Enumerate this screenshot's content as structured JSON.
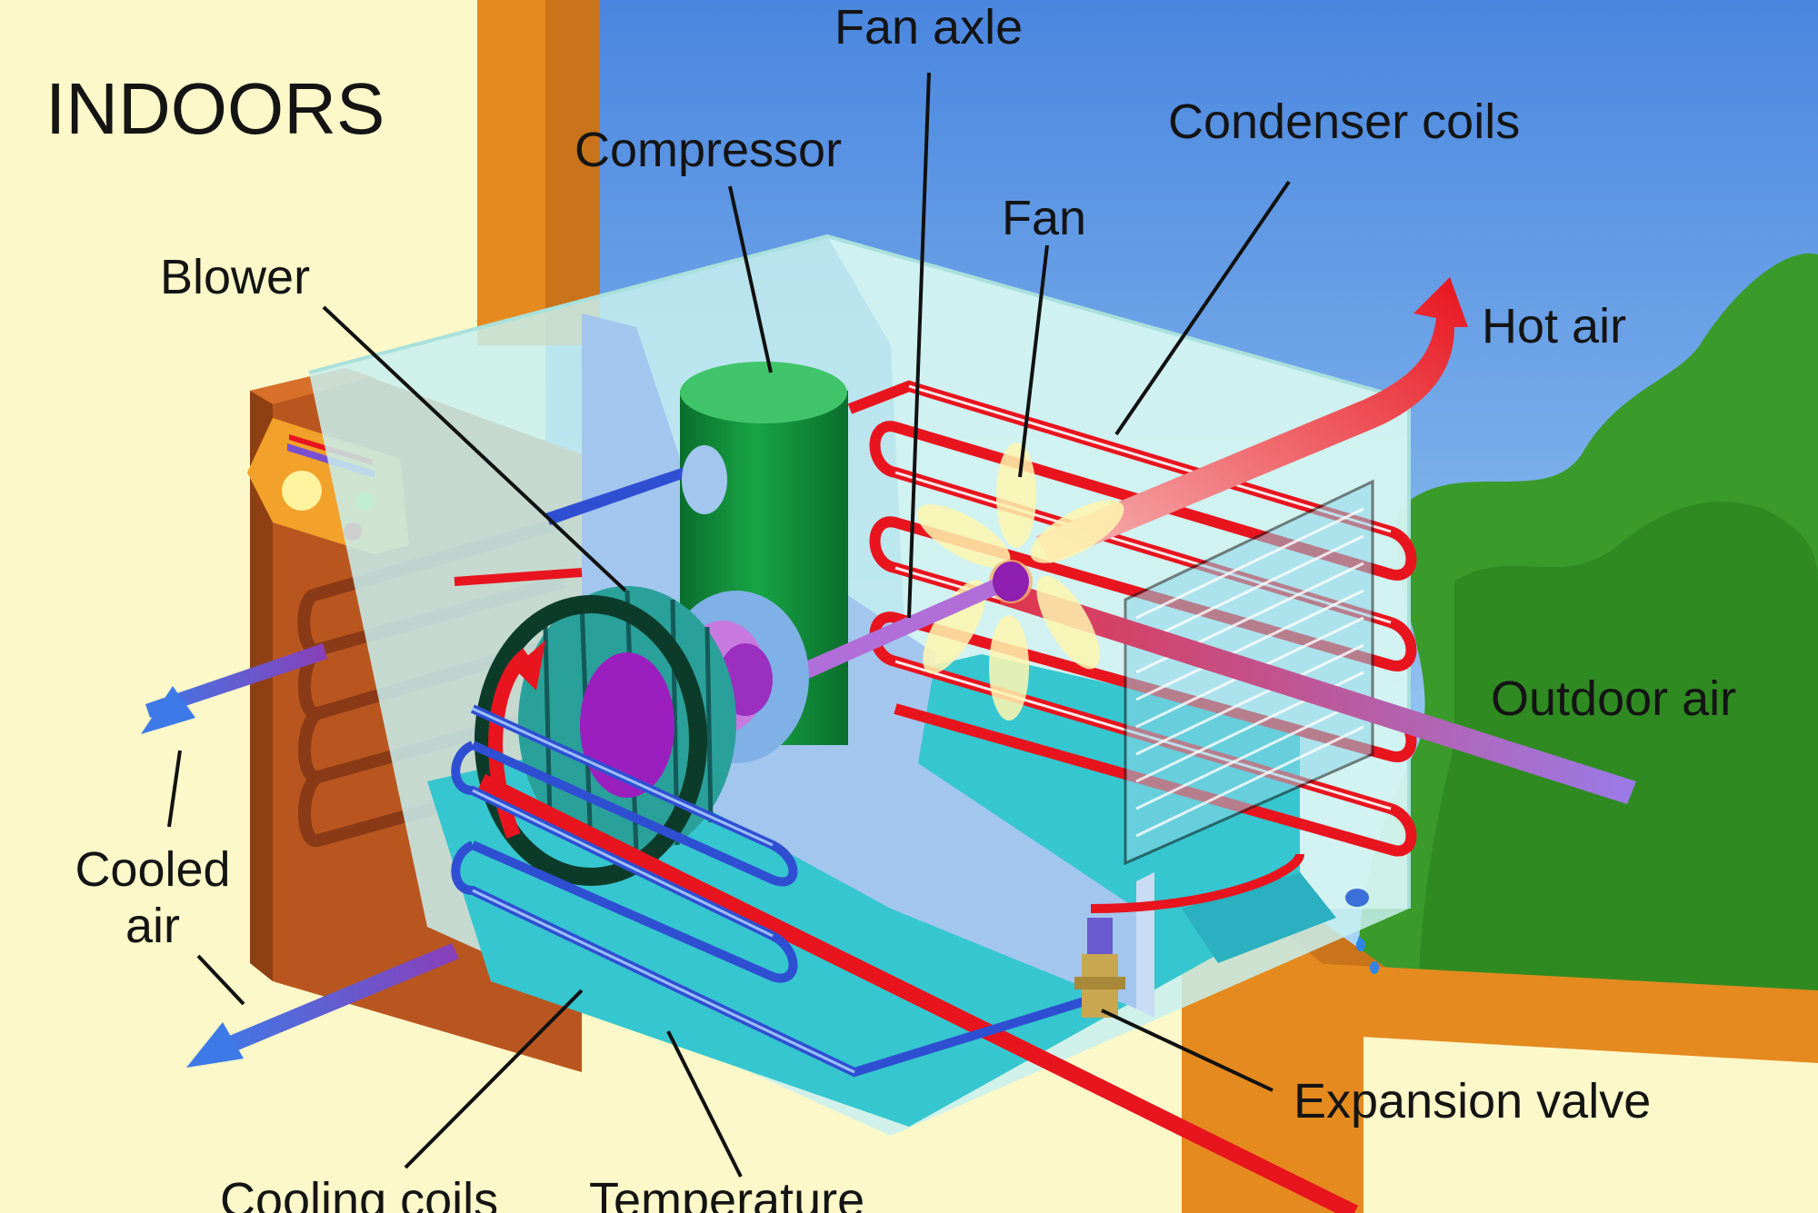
{
  "regions": {
    "indoors": "INDOORS"
  },
  "labels": {
    "fan_axle": "Fan axle",
    "compressor": "Compressor",
    "condenser_coils": "Condenser coils",
    "fan": "Fan",
    "blower": "Blower",
    "hot_air": "Hot air",
    "outdoor_air": "Outdoor air",
    "cooled_air_line1": "Cooled",
    "cooled_air_line2": "air",
    "expansion_valve": "Expansion valve",
    "cooling_coils": "Cooling coils",
    "temperature": "Temperature"
  },
  "colors": {
    "indoor_wall": "#fdf8c9",
    "sky": "#7fb8ec",
    "tree": "#3a9a2a",
    "wood": "#e58a1f",
    "unit_glass": "#c8f0ee",
    "water": "#36c6cf",
    "hot_line": "#e8141e",
    "cold_line": "#2f4fd2",
    "compressor": "#0f8a3a",
    "motor": "#8e1fb0",
    "blower": "#1f6e6e"
  }
}
